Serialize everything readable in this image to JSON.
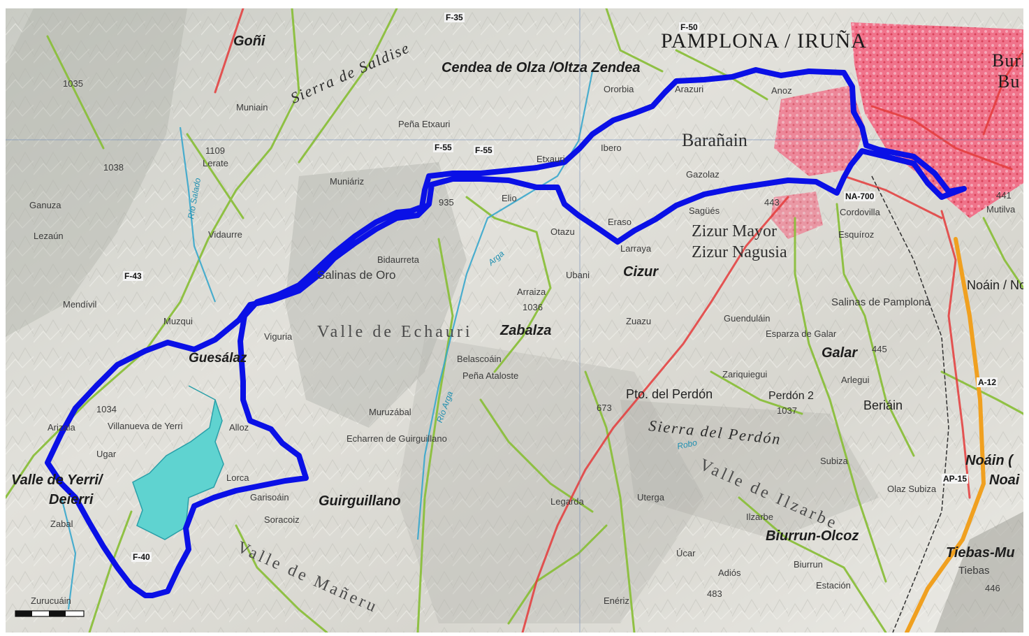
{
  "map": {
    "colors": {
      "terrain": "#dcdcd4",
      "route": "#0a10e6",
      "road_green": "#8bbf3c",
      "road_red": "#e43b3b",
      "urban": "#f04a6a",
      "reservoir": "#5fd3d0",
      "motorway": "#f0a020"
    },
    "route_color_name": "blue-route-line",
    "labels": {
      "goni": "Goñi",
      "cendea": "Cendea de Olza /Oltza Zendea",
      "pamplona": "PAMPLONA / IRUÑA",
      "burla": "Burla",
      "bu": "Bu",
      "sierra_saldise": "Sierra de Saldise",
      "baranain": "Barañain",
      "zizur_mayor": "Zizur Mayor",
      "zizur_nagusia": "Zizur Nagusia",
      "cizur": "Cizur",
      "zabalza": "Zabalza",
      "guesalaz": "Guesálaz",
      "valle_echauri": "Valle de Echauri",
      "salinas_oro": "Salinas de Oro",
      "valle_yerri": "Valle de Yerri/",
      "deierri": "Deierri",
      "guirguillano": "Guirguillano",
      "sierra_perdon": "Sierra del Perdón",
      "pto_perdon": "Pto. del Perdón",
      "perdon2": "Perdón 2",
      "galar": "Galar",
      "beriain": "Beriáin",
      "noain": "Noáin / Noa",
      "noain2": "Noáin (",
      "noai": "Noai",
      "biurrun": "Biurrun-Olcoz",
      "tiebas": "Tiebas-Mu",
      "tiebas_sm": "Tiebas",
      "valle_ilzarbe": "Valle de Ilzarbe",
      "valle_manu": "Valle de Mañeru",
      "salinas_pamplona": "Salinas de Pamplona",
      "arazuri": "Arazuri",
      "ibero": "Ibero",
      "echauri_sm": "Etxauri",
      "elio": "Elio",
      "ororbia": "Ororbia",
      "gazolaz": "Gazolaz",
      "cordovilla": "Cordovilla",
      "esquiroz": "Esquíroz",
      "mutilva": "Mutilva",
      "muniain": "Muniain",
      "lerate": "Lerate",
      "villanueva": "Villanueva de Yerri",
      "ugar": "Ugar",
      "arizala": "Arizala",
      "alloz": "Alloz",
      "lorca": "Lorca",
      "zurucuain": "Zurucuáin",
      "zabal": "Zabal",
      "etxarren": "Echarren de Guirguillano",
      "belascoain": "Belascoáin",
      "vidaurre": "Vidaurre",
      "vigaria": "Viguria",
      "munarriz": "Muniáriz",
      "ganuza": "Ganuza",
      "lezaun": "Lezaún",
      "mendivil": "Mendívil",
      "muruzabal": "Muruzábal",
      "uterga": "Uterga",
      "legarda": "Legarda",
      "adios": "Adiós",
      "esparza": "Esparza de Galar",
      "arlegui": "Arlegui",
      "guenduláin": "Guenduláin",
      "zariquiegui": "Zariquiegui",
      "subiza": "Subiza",
      "olaz": "Olaz Subiza",
      "eneriz": "Enériz",
      "arraiza": "Arraiza",
      "ubani": "Ubani",
      "bidaurreta": "Bidaurreta",
      "otazu": "Otazu",
      "eraso": "Eraso",
      "biurrun_sm": "Biurrun",
      "estación": "Estación",
      "peña_etxauri": "Peña Etxauri",
      "peña_ataloste": "Peña Ataloste",
      "larraya": "Larraya",
      "sagues": "Sagüés",
      "anoz": "Anoz",
      "zuazu": "Zuazu",
      "garisoain": "Garisoáin",
      "soracoiz": "Soracoiz",
      "ucar": "Úcar",
      "muzqui": "Muzqui",
      "ilzarbe_sm": "Ilzarbe"
    },
    "roads": [
      "F-35",
      "F-55",
      "F-55",
      "F-43",
      "F-40",
      "F-50",
      "NA-700",
      "A-12",
      "AP-15"
    ],
    "rivers": [
      "Arga",
      "Río Arga",
      "Río Salado",
      "Robo"
    ],
    "spot_heights": [
      "1035",
      "1038",
      "1109",
      "935",
      "1034",
      "441",
      "445",
      "1037",
      "1036",
      "443",
      "446",
      "483",
      "673"
    ]
  }
}
